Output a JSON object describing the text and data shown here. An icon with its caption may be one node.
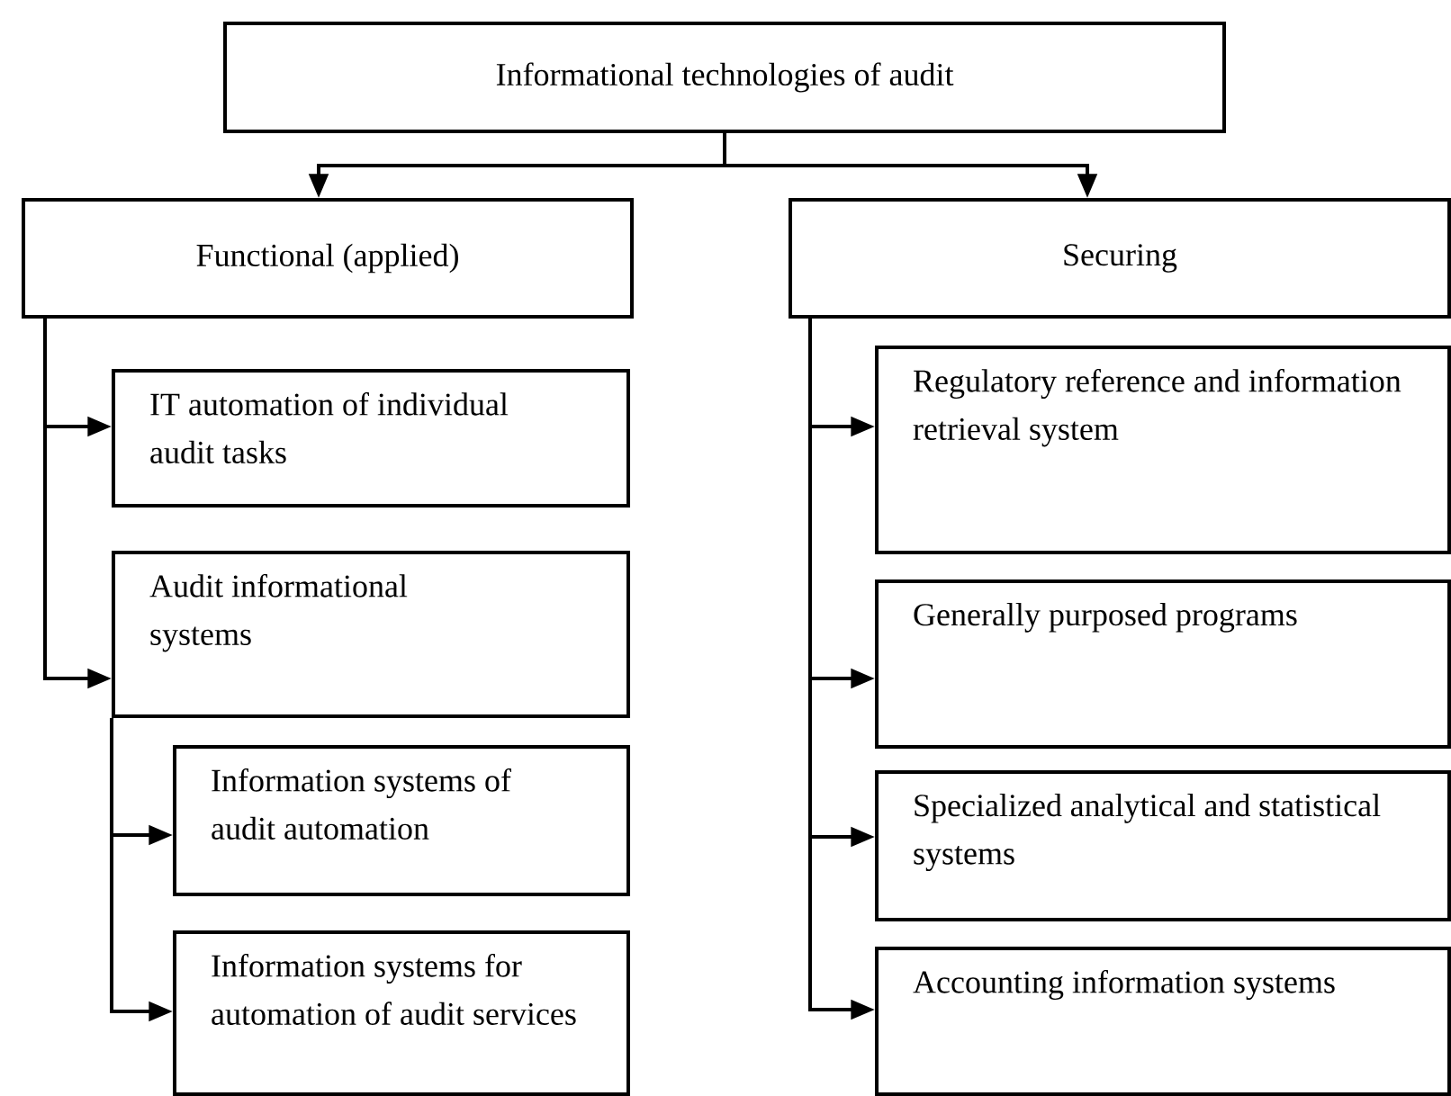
{
  "diagram": {
    "nodes": [
      {
        "text": [
          "Informational technologies of audit"
        ]
      },
      {
        "text": [
          "Functional (applied)"
        ]
      },
      {
        "text": [
          "Securing"
        ]
      },
      {
        "text": [
          "IT automation of individual audit tasks"
        ]
      },
      {
        "text": [
          "Audit informational systems"
        ]
      },
      {
        "text": [
          "Information systems of audit automation"
        ]
      },
      {
        "text": [
          "Information systems for automation of audit services"
        ]
      },
      {
        "text": [
          "Regulatory reference and information retrieval system"
        ]
      },
      {
        "text": [
          "Generally purposed programs"
        ]
      },
      {
        "text": [
          "Specialized analytical and statistical systems"
        ]
      },
      {
        "text": [
          "Accounting information systems"
        ]
      }
    ],
    "edges": [
      {
        "from": 0,
        "to": 1,
        "arrow": "to"
      },
      {
        "from": 0,
        "to": 2,
        "arrow": "to"
      },
      {
        "from": 1,
        "to": 3,
        "arrow": "to"
      },
      {
        "from": 1,
        "to": 4,
        "arrow": "to"
      },
      {
        "from": 4,
        "to": 5,
        "arrow": "to"
      },
      {
        "from": 4,
        "to": 6,
        "arrow": "to"
      },
      {
        "from": 2,
        "to": 7,
        "arrow": "to"
      },
      {
        "from": 2,
        "to": 8,
        "arrow": "to"
      },
      {
        "from": 2,
        "to": 9,
        "arrow": "to"
      },
      {
        "from": 2,
        "to": 10,
        "arrow": "to"
      }
    ]
  }
}
